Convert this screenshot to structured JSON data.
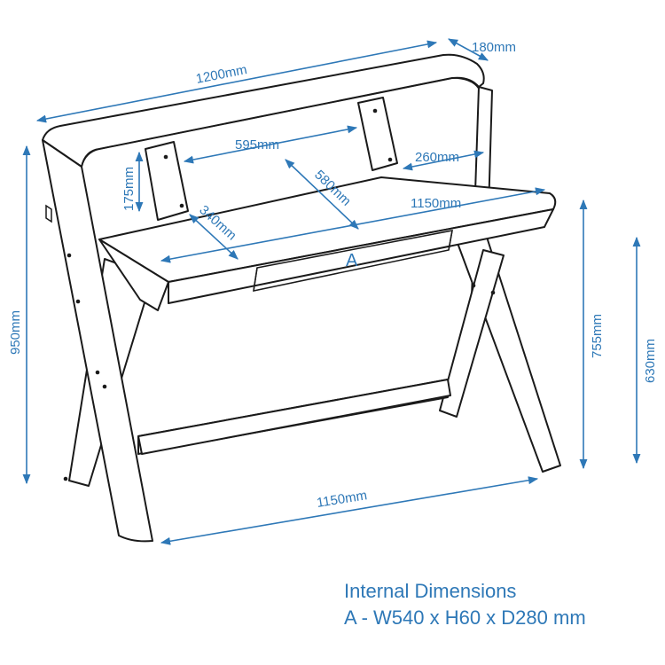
{
  "dimensions": {
    "overall_width": "1200mm",
    "shelf_depth": "180mm",
    "overall_height": "950mm",
    "desk_height": "755mm",
    "knee_clearance": "630mm",
    "shelf_inner_width": "595mm",
    "upright_height": "175mm",
    "desk_depth": "580mm",
    "shelf_clearance_depth": "260mm",
    "drawer_depth": "340mm",
    "desktop_width": "1150mm",
    "base_width": "1150mm",
    "drawer_label": "A"
  },
  "notes": {
    "title": "Internal Dimensions",
    "drawer_spec": "A - W540 x H60 x D280 mm"
  },
  "colors": {
    "dimension": "#2e78b7",
    "outline": "#1a1a1a"
  }
}
